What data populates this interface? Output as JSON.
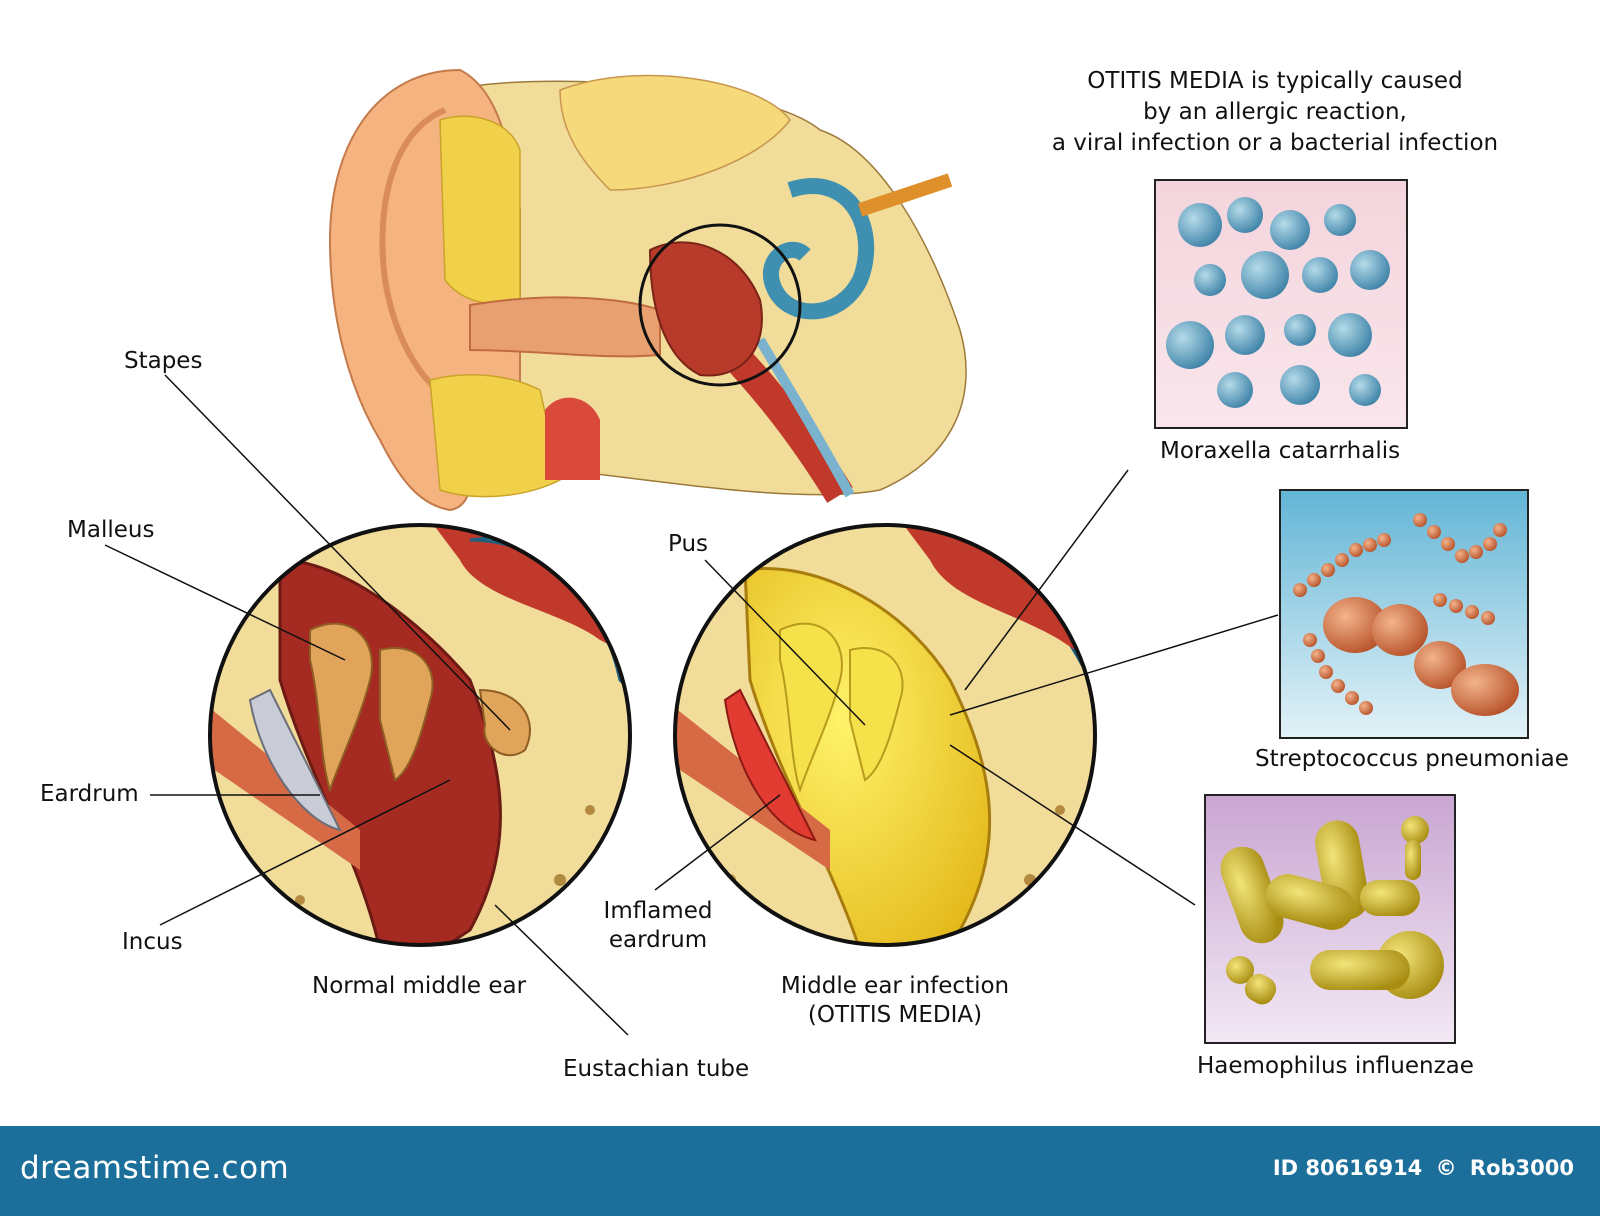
{
  "intro": {
    "line1": "OTITIS MEDIA is typically caused",
    "line2": "by an allergic reaction,",
    "line3": "a viral infection or a bacterial infection"
  },
  "labels": {
    "stapes": "Stapes",
    "malleus": "Malleus",
    "eardrum": "Eardrum",
    "incus": "Incus",
    "normal_middle_ear": "Normal middle ear",
    "eustachian_tube": "Eustachian tube",
    "pus": "Pus",
    "inflamed_eardrum_line1": "Imflamed",
    "inflamed_eardrum_line2": "eardrum",
    "infection_line1": "Middle ear infection",
    "infection_line2": "(OTITIS MEDIA)"
  },
  "bacteria": [
    {
      "name": "Moraxella catarrhalis",
      "bg_top": "#f4d4dc",
      "bg_bottom": "#f9e6ec",
      "cell_color": "#6fa8c4"
    },
    {
      "name": "Streptococcus pneumoniae",
      "bg_top": "#62b5d6",
      "bg_bottom": "#e3f2f8",
      "cell_color": "#cf6c3c"
    },
    {
      "name": "Haemophilus influenzae",
      "bg_top": "#c9a6d2",
      "bg_bottom": "#f2e8f4",
      "cell_color": "#c7b227"
    }
  ],
  "footer": {
    "brand": "dreamstime.com",
    "id_text": "ID 80616914",
    "bullet": "©",
    "author": "Rob3000",
    "bar_color": "#1c6f9a"
  }
}
